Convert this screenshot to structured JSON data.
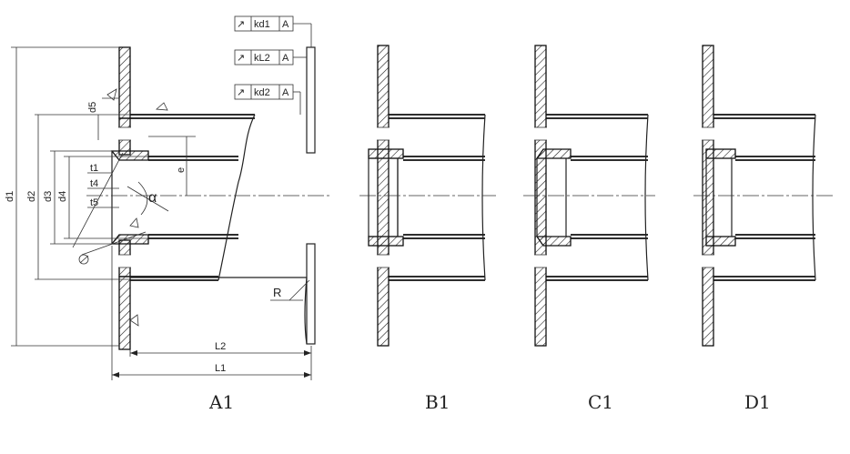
{
  "tolerance_frames": [
    {
      "symbol": "↗",
      "value": "kd1",
      "datum": "A"
    },
    {
      "symbol": "↗",
      "value": "kL2",
      "datum": "A"
    },
    {
      "symbol": "↗",
      "value": "kd2",
      "datum": "A"
    }
  ],
  "dimensions": {
    "d1": "d1",
    "d2": "d2",
    "d3": "d3",
    "d4": "d4",
    "d5": "d5",
    "t1": "t1",
    "t4": "t4",
    "t5": "t5",
    "e": "e",
    "alpha": "α",
    "R": "R",
    "L1": "L1",
    "L2": "L2"
  },
  "captions": [
    "A1",
    "B1",
    "C1",
    "D1"
  ]
}
